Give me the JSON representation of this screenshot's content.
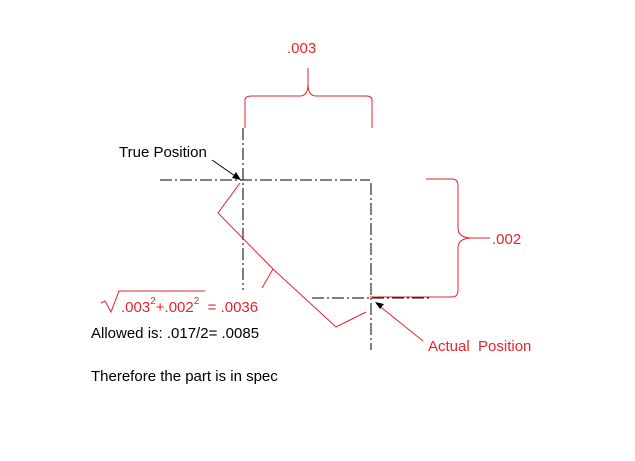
{
  "labels": {
    "x_offset": ".003",
    "y_offset": ".002",
    "true_position": "True Position",
    "actual_position": "Actual  Position"
  },
  "formula": {
    "term1_base": ".003",
    "exponent": "2",
    "plus": "+",
    "term2_base": ".002",
    "equals": "  = ",
    "result": ".0036"
  },
  "allowed_text": "Allowed is: .017/2= .0085",
  "conclusion_text": "Therefore the part is in spec",
  "colors": {
    "red": "#e8232a",
    "black": "#000000"
  }
}
